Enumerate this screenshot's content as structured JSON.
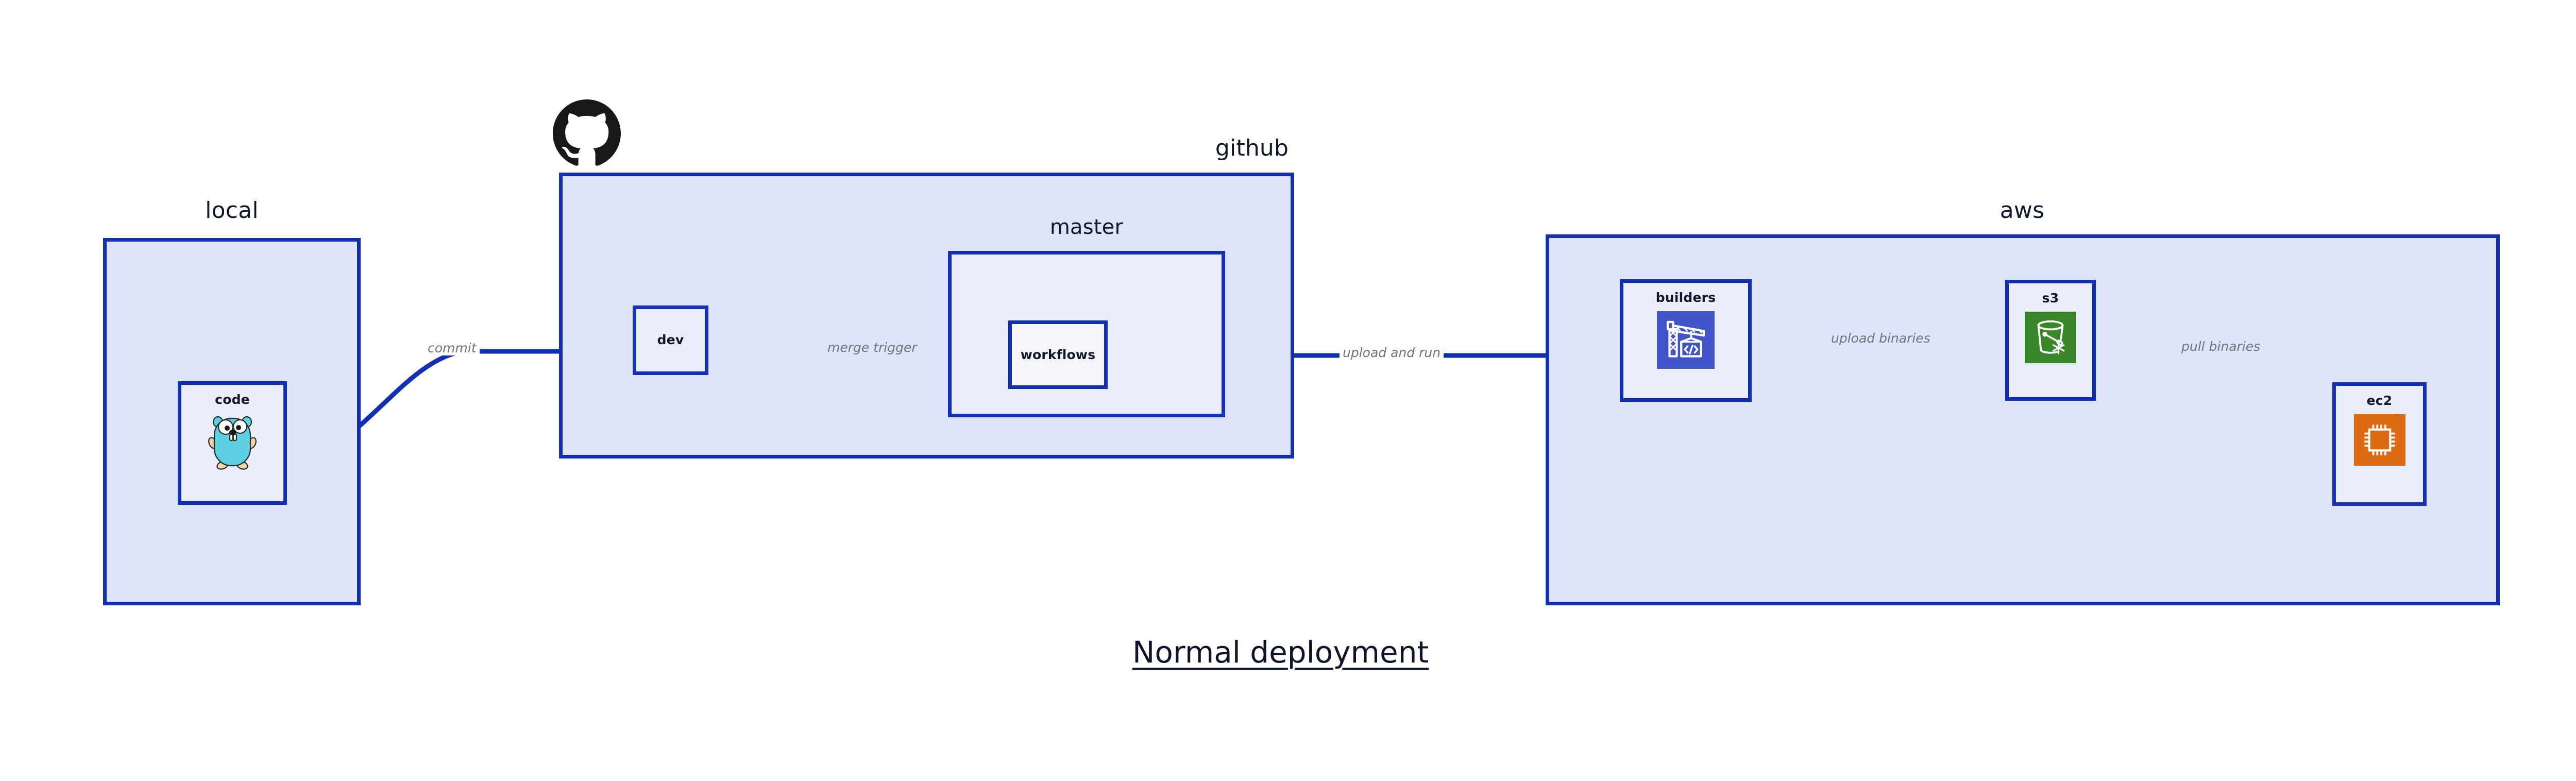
{
  "diagram": {
    "title": "Normal deployment",
    "accent_border": "#1330b4",
    "group_fill": "#dfe4f9",
    "subgroup_fill": "#e9edfb",
    "node_fill": "#eaeefb",
    "edge_label_color": "#6f7381",
    "text_color": "#12152c"
  },
  "groups": [
    {
      "id": "local",
      "label": "local",
      "nodes": [
        {
          "id": "code",
          "label": "code",
          "icon": "go-gopher-icon",
          "icon_color": "#5ccfe0"
        }
      ]
    },
    {
      "id": "github",
      "label": "github",
      "logo": "github-octocat-logo",
      "logo_color": "#18181b",
      "nodes": [
        {
          "id": "dev",
          "label": "dev",
          "icon": "none"
        }
      ],
      "subgroups": [
        {
          "id": "master",
          "label": "master",
          "nodes": [
            {
              "id": "workflows",
              "label": "workflows",
              "icon": "none"
            }
          ]
        }
      ]
    },
    {
      "id": "aws",
      "label": "aws",
      "nodes": [
        {
          "id": "builders",
          "label": "builders",
          "icon": "aws-codebuild-icon",
          "icon_color": "#4054c7"
        },
        {
          "id": "s3",
          "label": "s3",
          "icon": "aws-s3-glacier-icon",
          "icon_color": "#3a8628"
        },
        {
          "id": "ec2",
          "label": "ec2",
          "icon": "aws-ec2-icon",
          "icon_color": "#dd6b13"
        }
      ]
    }
  ],
  "edges": [
    {
      "id": "commit",
      "label": "commit",
      "from": "code",
      "to": "dev"
    },
    {
      "id": "merge-trigger",
      "label": "merge trigger",
      "from": "dev",
      "to": "workflows"
    },
    {
      "id": "upload-and-run",
      "label": "upload and run",
      "from": "workflows",
      "to": "builders"
    },
    {
      "id": "upload-binaries",
      "label": "upload binaries",
      "from": "builders",
      "to": "s3"
    },
    {
      "id": "pull-binaries",
      "label": "pull binaries",
      "from": "s3",
      "to": "ec2"
    }
  ]
}
